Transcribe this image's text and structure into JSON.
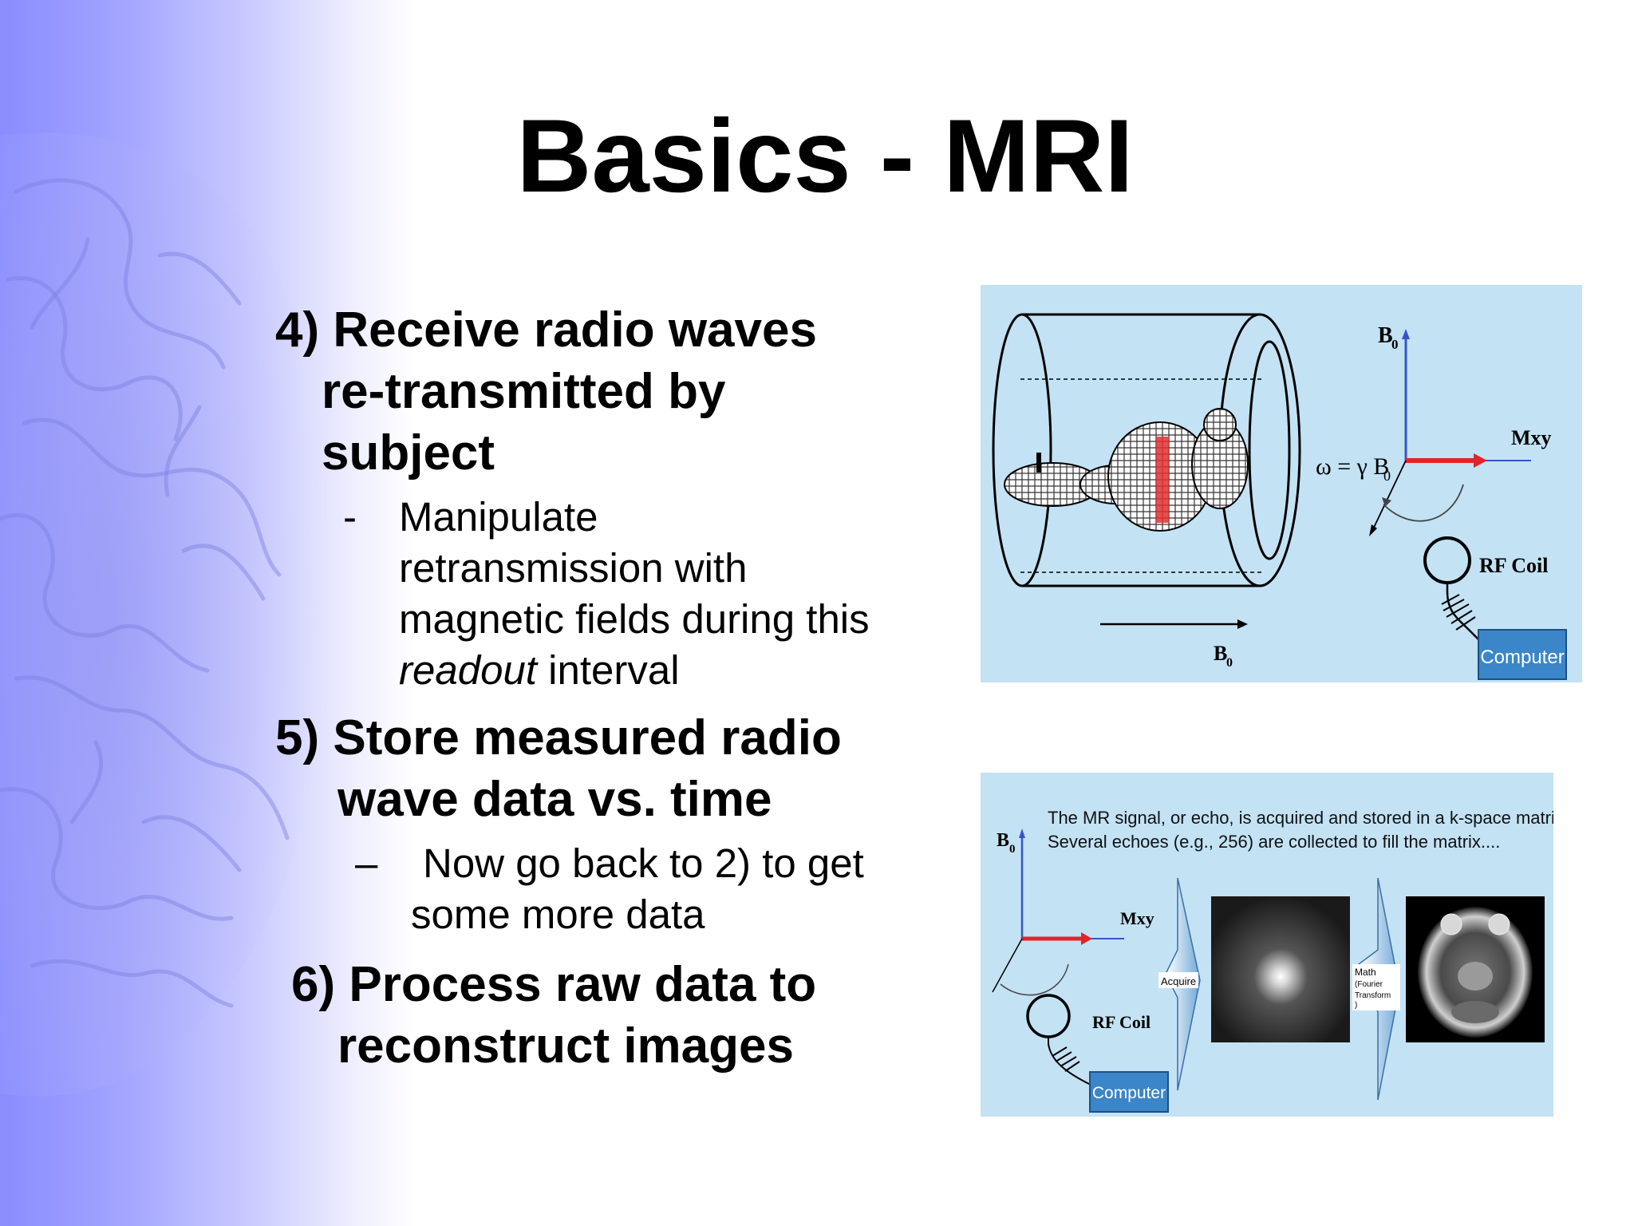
{
  "slide": {
    "title": "Basics - MRI",
    "items": [
      {
        "number": "4)",
        "line1": "Receive radio waves",
        "line2": "re-transmitted by",
        "line3": "subject",
        "sub": {
          "dash": "-",
          "line1": "Manipulate",
          "line2": "retransmission with",
          "line3": "magnetic fields during this",
          "line4_italic": "readout",
          "line4_rest": " interval"
        }
      },
      {
        "number": "5)",
        "line1": "Store measured radio",
        "line2": "wave data vs. time",
        "sub": {
          "dash": "–",
          "line1": "Now go back to 2) to get",
          "line2": "some more data"
        }
      },
      {
        "number": "6)",
        "line1": "Process raw data to",
        "line2": "reconstruct images"
      }
    ]
  },
  "figure1": {
    "b0_top": "B",
    "b0_top_sub": "0",
    "mxy": "Mxy",
    "omega": "ω = γ B",
    "omega_sub": "0",
    "rf_coil": "RF Coil",
    "computer": "Computer",
    "b0_bottom": "B",
    "b0_bottom_sub": "0"
  },
  "figure2": {
    "caption1": "The MR signal, or echo, is acquired and stored in a k-space matrix.",
    "caption2": "Several echoes (e.g., 256) are collected to fill the matrix....",
    "b0": "B",
    "b0_sub": "0",
    "mxy": "Mxy",
    "rf_coil": "RF Coil",
    "computer": "Computer",
    "acquire": "Acquire",
    "math1": "Math",
    "math2": "(Fourier",
    "math3": "Transform",
    "math4": ")"
  },
  "colors": {
    "panel_bg": "#c3e2f4",
    "computer_box": "#3a86c8",
    "mxy_arrow": "#e0242b",
    "axis_blue": "#3355cc"
  }
}
